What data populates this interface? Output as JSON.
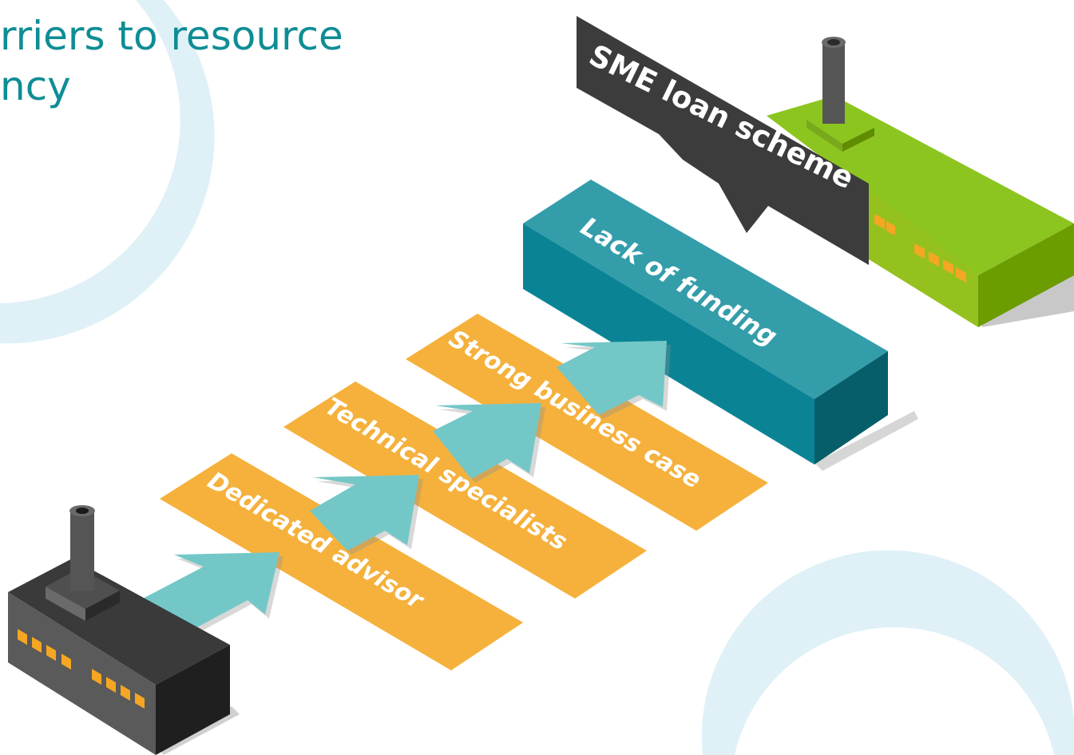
{
  "heading": {
    "line1": "rriers to resource",
    "line2": "ncy"
  },
  "labels": {
    "sme_loan": "SME loan scheme",
    "lack_of_funding": "Lack of funding",
    "strong_business_case": "Strong business case",
    "technical_specialists": "Technical specialists",
    "dedicated_advisor": "Dedicated advisor"
  },
  "colors": {
    "teal_title": "#0e8d95",
    "light_circle": "#dff1f7",
    "orange_strip": "#f5b13c",
    "arrow_teal": "#74c7c7",
    "funding_top": "#349daa",
    "funding_front": "#0a8495",
    "funding_side": "#065e6a",
    "sign_dark": "#3c3c3c",
    "factory_green_top": "#8cc520",
    "factory_green_front": "#6b9c00",
    "factory_grey": "#555555",
    "window_yellow": "#f5a623"
  }
}
